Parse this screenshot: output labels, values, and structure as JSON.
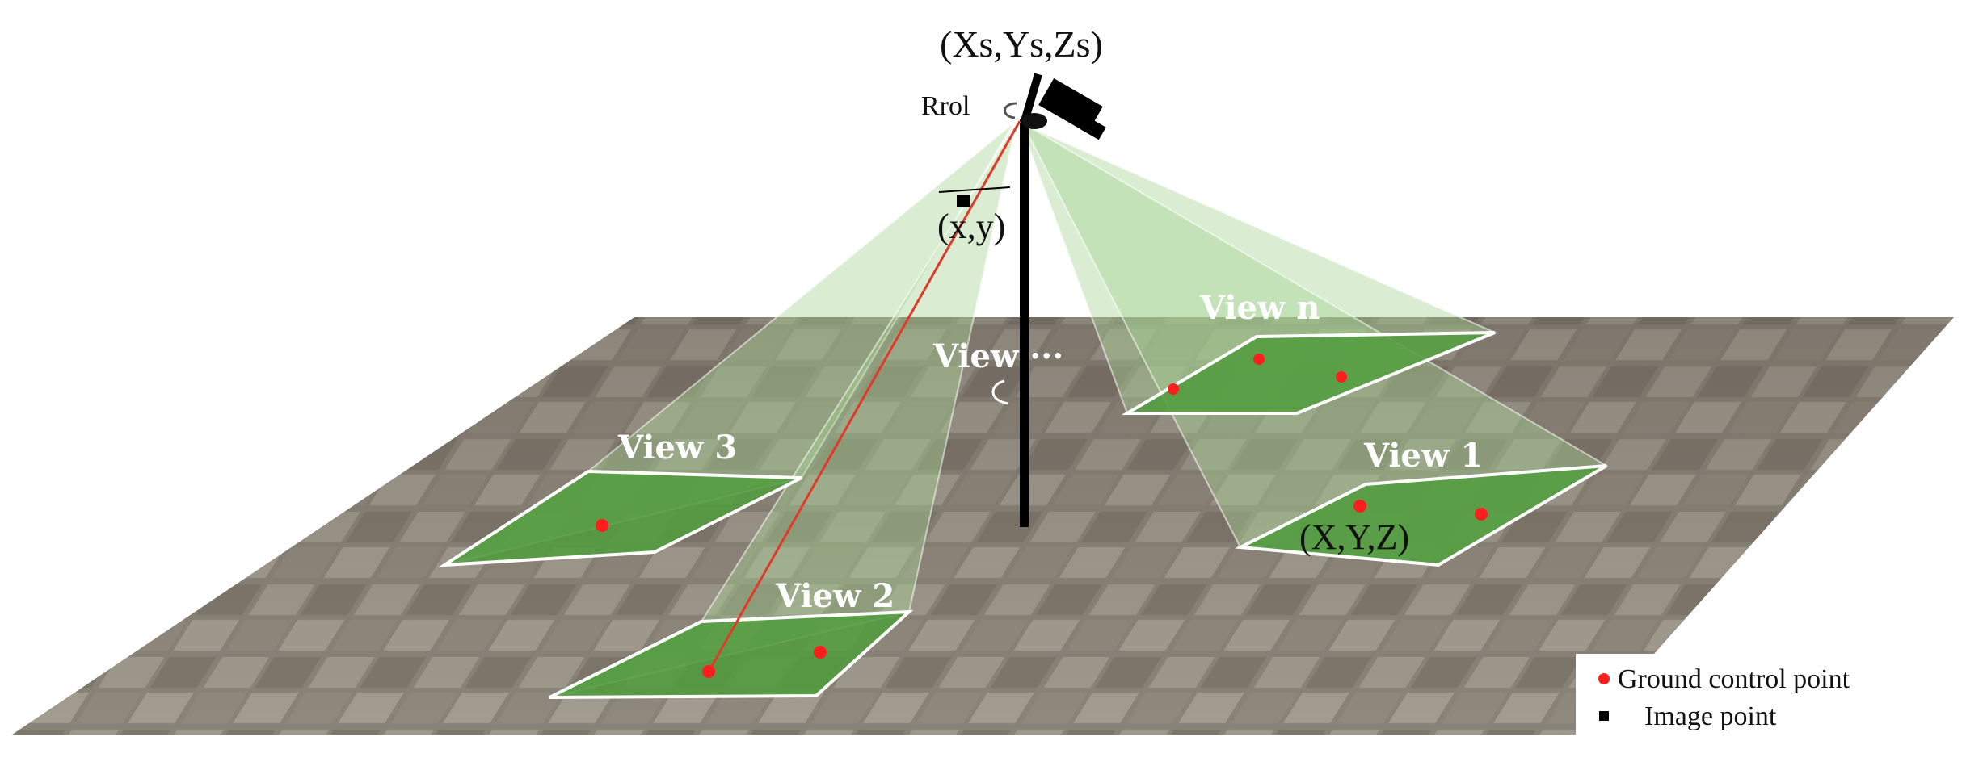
{
  "labels": {
    "camera_position": "(Xs,Ys,Zs)",
    "rotation": "Rrol",
    "image_point": "(x,y)",
    "ground_point": "(X,Y,Z)",
    "views": {
      "view_n": "View n",
      "view_dots": "View ···",
      "view_3": "View 3",
      "view_1": "View 1",
      "view_2": "View 2"
    }
  },
  "legend": {
    "ground_control_point": "Ground control point",
    "image_point": "Image point"
  },
  "colors": {
    "frustum_fill": "#9fd08f",
    "footprint_fill": "#4f9a3e",
    "ground_control_point": "#ff1e1e",
    "image_point": "#000000",
    "ray": "#e03a2a",
    "ground_tile": "#8f8a80"
  }
}
